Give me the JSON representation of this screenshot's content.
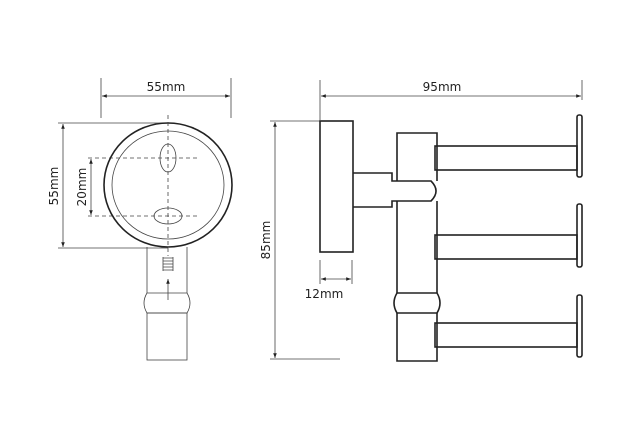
{
  "drawing": {
    "front_view": {
      "width_label": "55mm",
      "height_label": "55mm",
      "hole_spacing_label": "20mm"
    },
    "side_view": {
      "depth_label": "95mm",
      "height_label": "85mm",
      "plate_thickness_label": "12mm"
    },
    "colors": {
      "line": "#222222",
      "background": "#ffffff"
    }
  }
}
